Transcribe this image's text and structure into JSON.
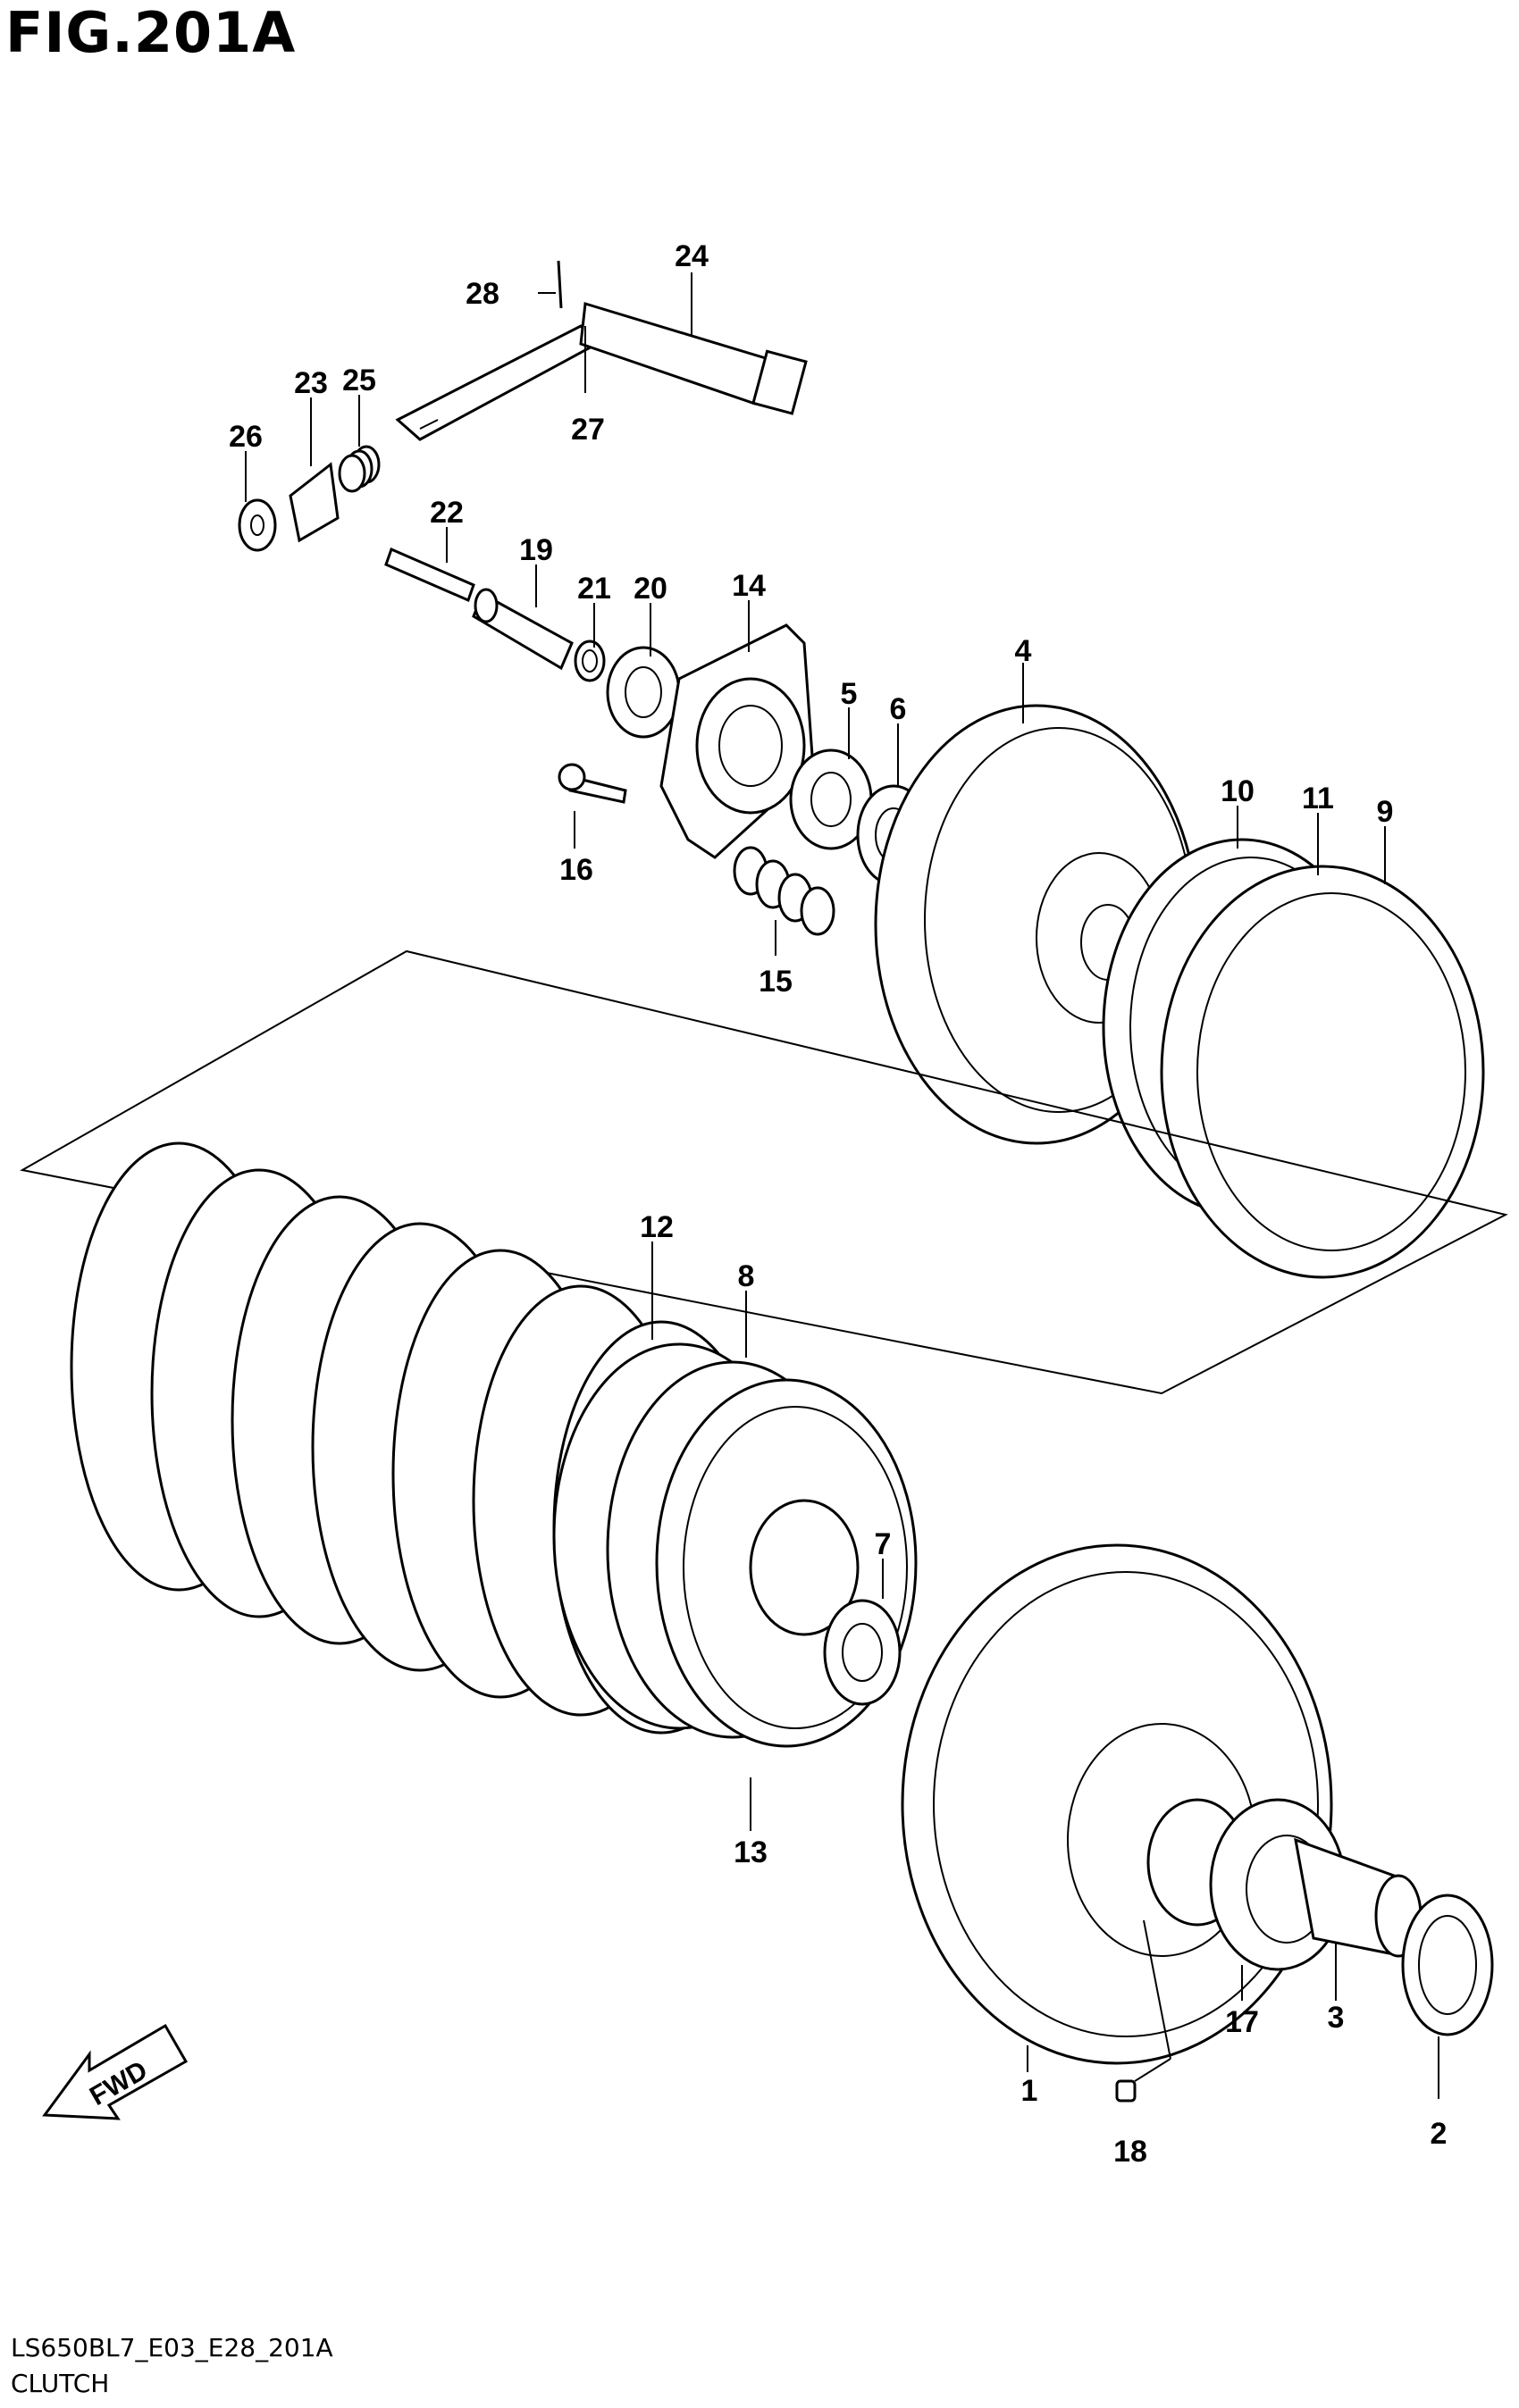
{
  "figure": {
    "title": "FIG.201A",
    "code": "LS650BL7_E03_E28_201A",
    "section": "CLUTCH"
  },
  "direction_label": "FWD",
  "callouts": [
    "1",
    "2",
    "3",
    "4",
    "5",
    "6",
    "7",
    "8",
    "9",
    "10",
    "11",
    "12",
    "13",
    "14",
    "15",
    "16",
    "17",
    "18",
    "19",
    "20",
    "21",
    "22",
    "23",
    "24",
    "25",
    "26",
    "27",
    "28"
  ]
}
